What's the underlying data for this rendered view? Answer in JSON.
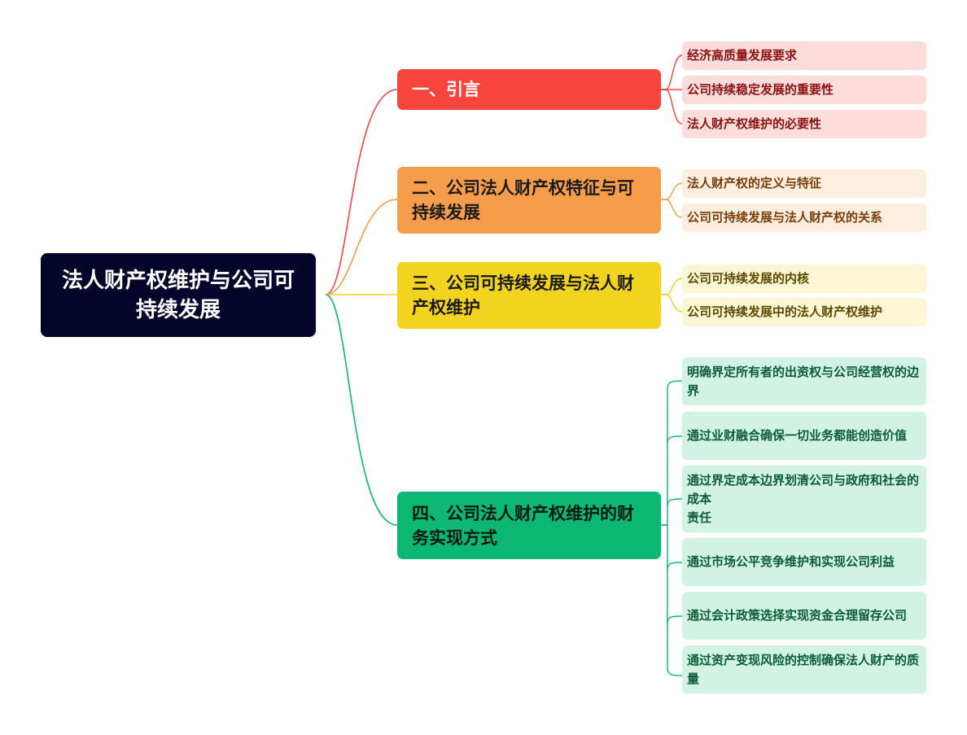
{
  "root": {
    "title": "法人财产权维护与公司可持续发展"
  },
  "branches": [
    {
      "label": "一、引言",
      "color": "#f7443c",
      "children": [
        "经济高质量发展要求",
        "公司持续稳定发展的重要性",
        "法人财产权维护的必要性"
      ]
    },
    {
      "label": "二、公司法人财产权特征与可持续发展",
      "color": "#f59d4a",
      "children": [
        "法人财产权的定义与特征",
        "公司可持续发展与法人财产权的关系"
      ]
    },
    {
      "label": "三、公司可持续发展与法人财产权维护",
      "color": "#f2d420",
      "children": [
        "公司可持续发展的内核",
        "公司可持续发展中的法人财产权维护"
      ]
    },
    {
      "label": "四、公司法人财产权维护的财务实现方式",
      "color": "#0bb773",
      "children": [
        "明确界定所有者的出资权与公司经营权的边界",
        "通过业财融合确保一切业务都能创造价值",
        "通过界定成本边界划清公司与政府和社会的成本",
        "责任",
        "通过市场公平竞争维护和实现公司利益",
        "通过会计政策选择实现资金合理留存公司",
        "通过资产变现风险的控制确保法人财产的质量"
      ]
    }
  ]
}
